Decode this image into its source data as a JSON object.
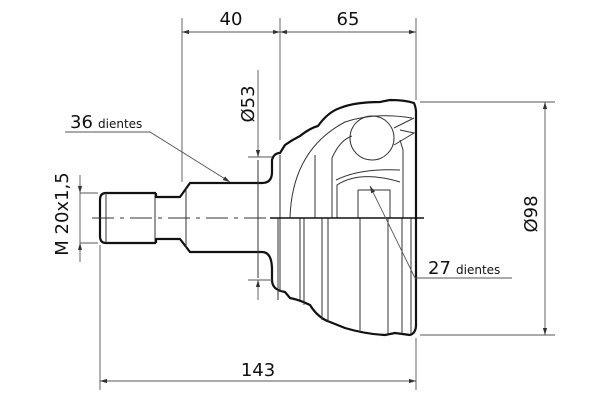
{
  "dimensions": {
    "length_shaft": "40",
    "length_joint": "65",
    "total_length": "143",
    "flange_diameter": "Ø53",
    "outer_diameter": "Ø98",
    "thread": "M 20x1,5"
  },
  "labels": {
    "outer_splines_count": "36",
    "outer_splines_unit": "dientes",
    "inner_splines_count": "27",
    "inner_splines_unit": "dientes"
  }
}
